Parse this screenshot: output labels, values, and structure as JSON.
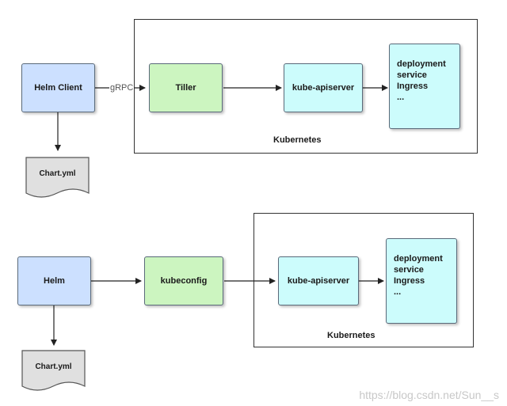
{
  "top": {
    "helm_client": "Helm Client",
    "grpc": "gRPC",
    "tiller": "Tiller",
    "apiserver": "kube-apiserver",
    "resources": [
      "deployment",
      "service",
      "Ingress",
      "..."
    ],
    "cluster_label": "Kubernetes",
    "chart": "Chart.yml"
  },
  "bottom": {
    "helm": "Helm",
    "kubeconfig": "kubeconfig",
    "apiserver": "kube-apiserver",
    "resources": [
      "deployment",
      "service",
      "Ingress",
      "..."
    ],
    "cluster_label": "Kubernetes",
    "chart": "Chart.yml"
  },
  "watermark": "https://blog.csdn.net/Sun__s",
  "colors": {
    "client_box": "#cce0ff",
    "component_box": "#ccf5c0",
    "resource_box": "#ccfcfc",
    "document_shape": "#e0e0e0"
  }
}
